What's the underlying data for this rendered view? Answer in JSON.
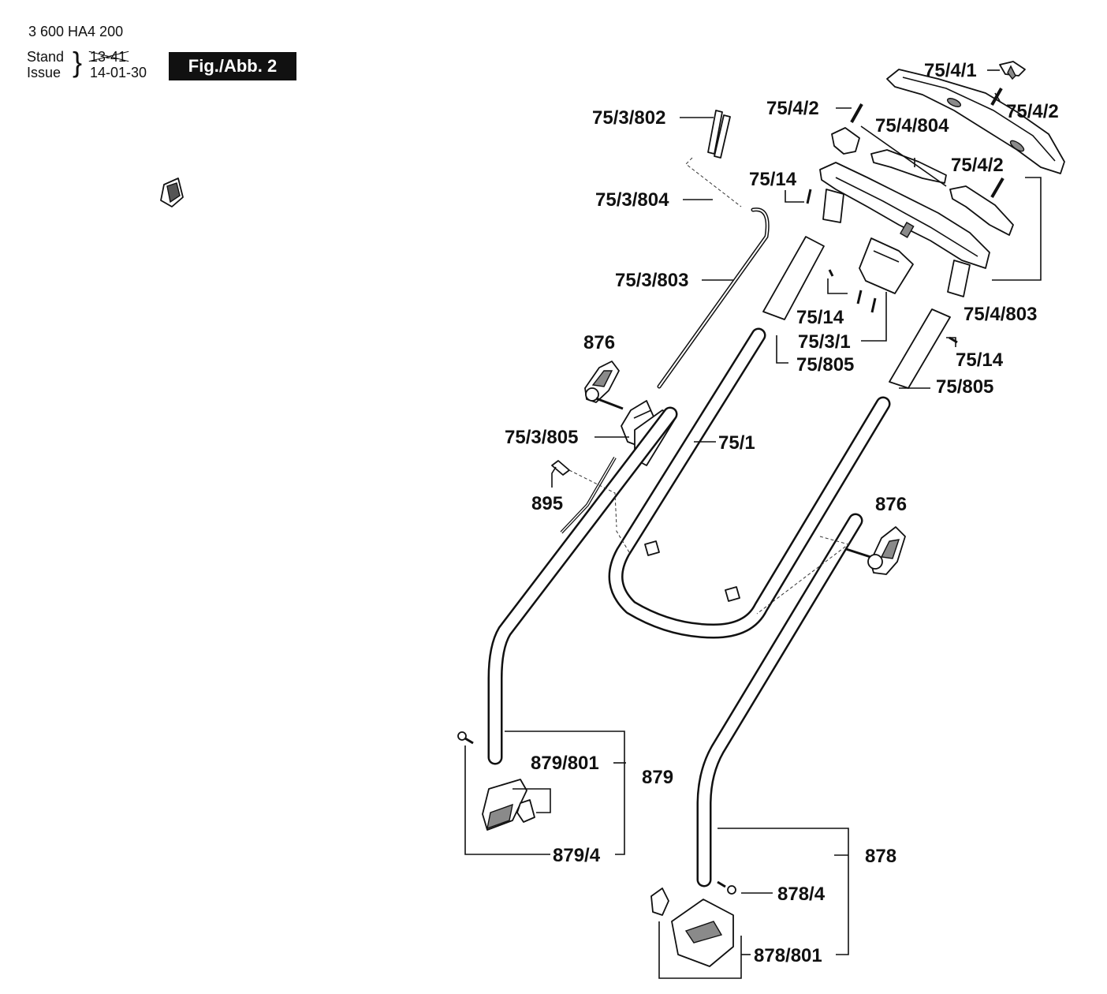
{
  "header": {
    "doc_number": "3 600 HA4 200",
    "stand_label": "Stand",
    "issue_label": "Issue",
    "stand_value": "13-41",
    "issue_value": "14-01-30",
    "figure_label": "Fig./Abb. 2"
  },
  "labels": {
    "p_75_4_1": "75/4/1",
    "p_75_4_2_a": "75/4/2",
    "p_75_4_2_b": "75/4/2",
    "p_75_4_2_c": "75/4/2",
    "p_75_4_804": "75/4/804",
    "p_75_3_802": "75/3/802",
    "p_75_14_a": "75/14",
    "p_75_3_804": "75/3/804",
    "p_75_3_803": "75/3/803",
    "p_75_14_b": "75/14",
    "p_75_4_803": "75/4/803",
    "p_75_3_1": "75/3/1",
    "p_876_a": "876",
    "p_75_14_c": "75/14",
    "p_75_805_a": "75/805",
    "p_75_805_b": "75/805",
    "p_75_3_805": "75/3/805",
    "p_75_1": "75/1",
    "p_895": "895",
    "p_876_b": "876",
    "p_879_801": "879/801",
    "p_879": "879",
    "p_879_4": "879/4",
    "p_878": "878",
    "p_878_4": "878/4",
    "p_878_801": "878/801"
  }
}
